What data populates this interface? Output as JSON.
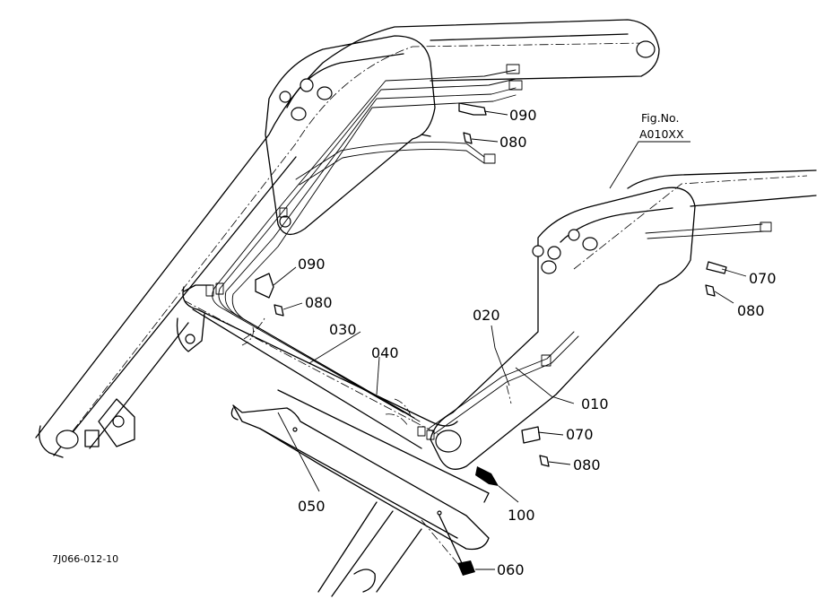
{
  "figure_ref": {
    "line1": "Fig.No.",
    "line2": "A010XX"
  },
  "drawing_code": "7J066-012-10",
  "callouts": {
    "c090a": "090",
    "c080a": "080",
    "c090b": "090",
    "c080b": "080",
    "c030": "030",
    "c040": "040",
    "c020": "020",
    "c010": "010",
    "c070a": "070",
    "c080c": "080",
    "c070b": "070",
    "c080d": "080",
    "c050": "050",
    "c100": "100",
    "c060": "060"
  }
}
